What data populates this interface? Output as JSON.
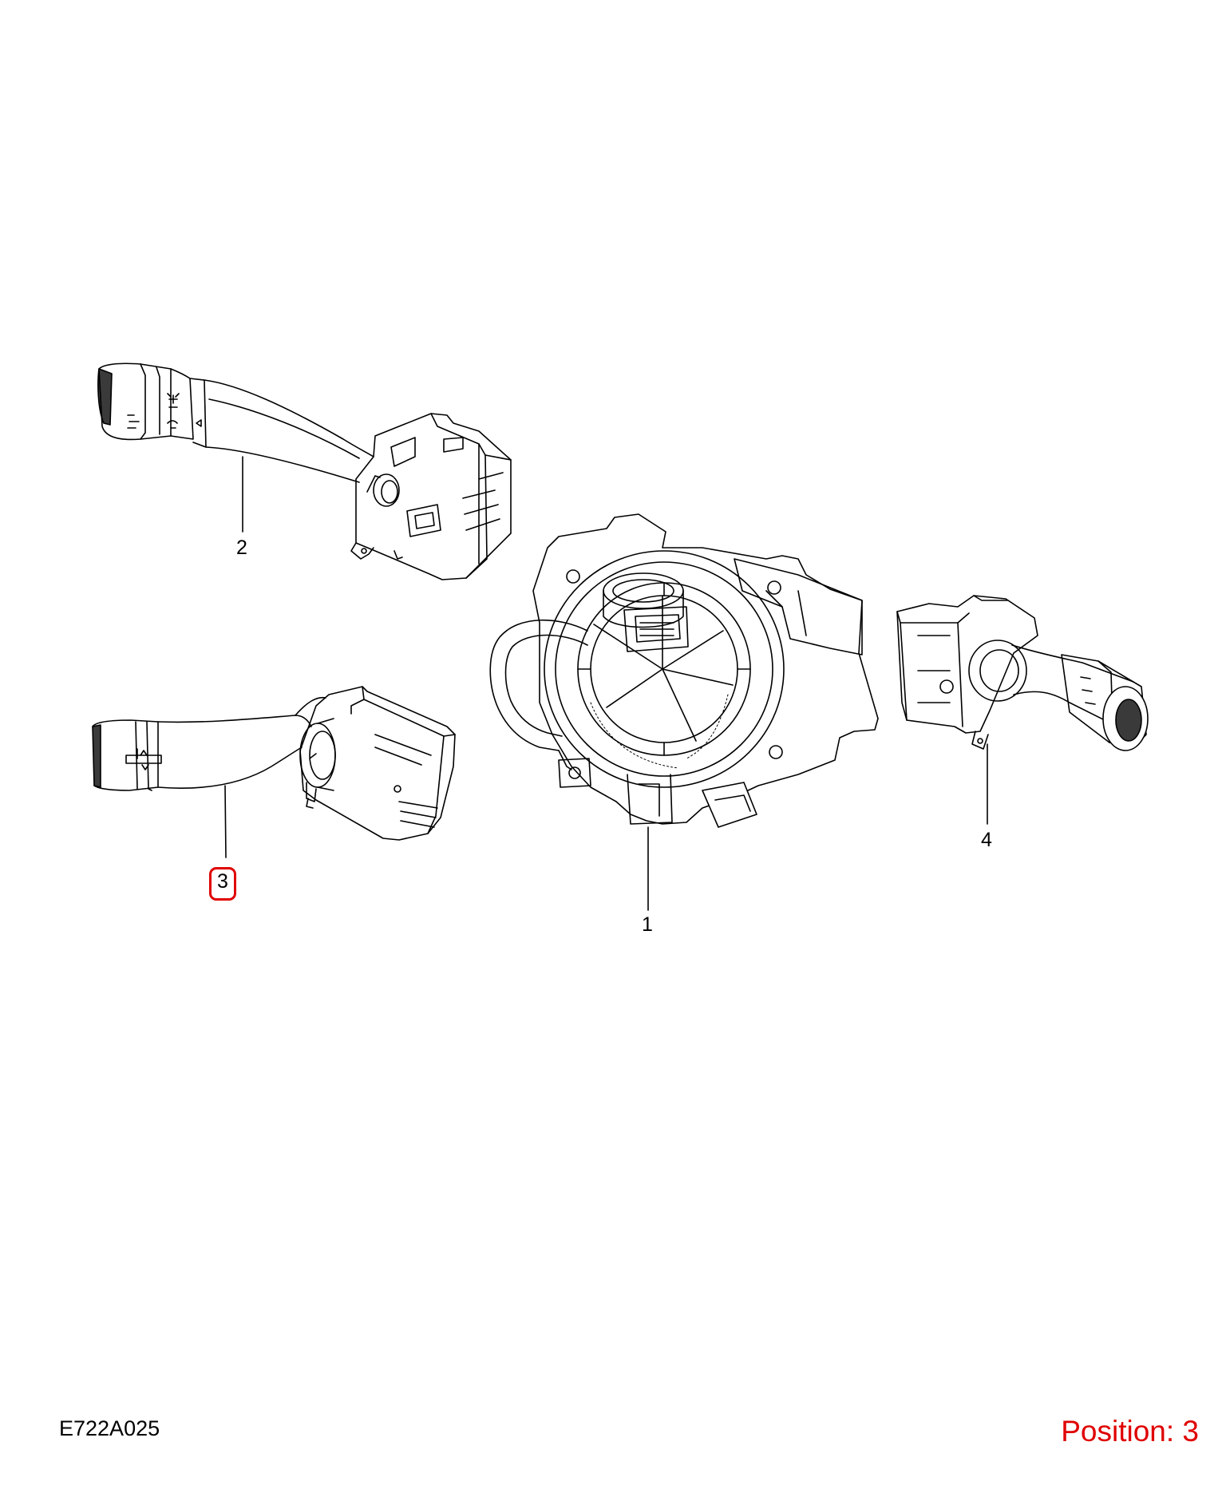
{
  "callouts": [
    {
      "id": "1",
      "label": "1"
    },
    {
      "id": "2",
      "label": "2"
    },
    {
      "id": "3",
      "label": "3"
    },
    {
      "id": "4",
      "label": "4"
    }
  ],
  "footer": {
    "diagram_code": "E722A025",
    "position_text": "Position: 3"
  },
  "colors": {
    "highlight": "#e00000",
    "position_text": "#e00000",
    "line": "#000000"
  }
}
